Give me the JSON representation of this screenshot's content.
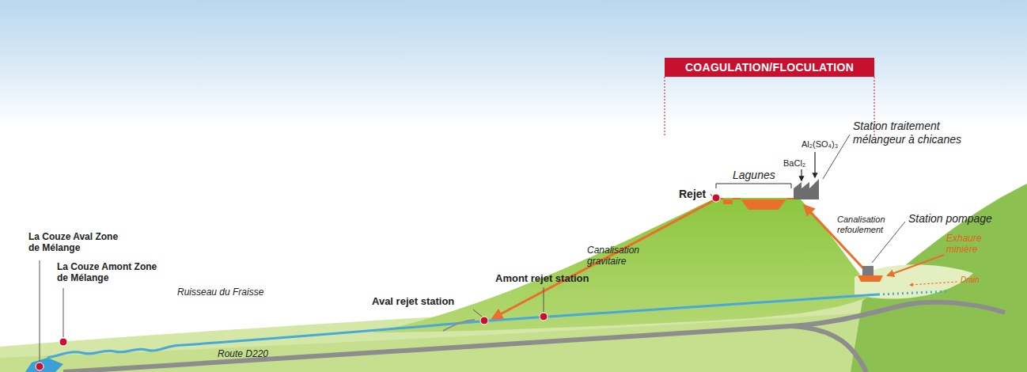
{
  "diagram": {
    "nodes": [
      {
        "text": [
          "COAGULATION/FLOCULATION"
        ]
      }
    ],
    "labels": [
      "Rejet",
      "Lagunes",
      "BaCl₂",
      "Al₂(SO₄)₃",
      "Station traitement mélangeur à chicanes",
      "Canalisation refoulement",
      "Station pompage",
      "Exhaure minière",
      "Drain",
      "Canalisation gravitaire",
      "Amont rejet station",
      "Aval rejet station",
      "La Couze Aval Zone de Mélange",
      "La Couze Amont Zone de Mélange",
      "Ruisseau du Fraisse",
      "Route D220"
    ]
  }
}
